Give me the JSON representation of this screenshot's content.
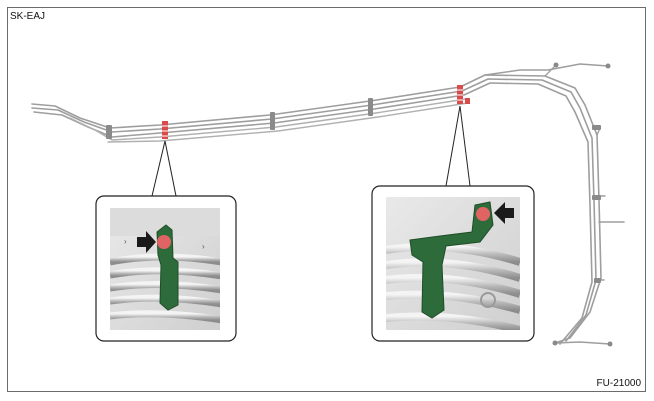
{
  "figure": {
    "code_top_left": "SK-EAJ",
    "code_bottom_right": "FU-21000"
  },
  "colors": {
    "pipe": "#9e9e9e",
    "pipe_dark": "#7c7c7c",
    "clip": "#d94a4a",
    "clamp_green": "#2e6b3a",
    "marker_red": "#e06464",
    "arrow": "#1a1a1a"
  },
  "icons": [
    "fuel-pipe-assembly",
    "clip-marker",
    "detail-callout",
    "pointer-arrow"
  ]
}
